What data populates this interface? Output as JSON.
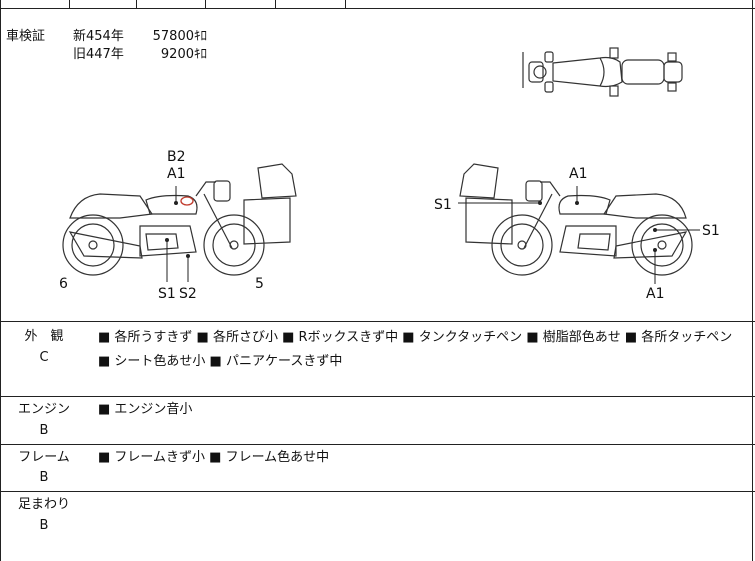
{
  "inspection": {
    "label": "車検証",
    "new_line": {
      "year": "新454年",
      "price": "57800ｷﾛ"
    },
    "old_line": {
      "year": "旧447年",
      "price": "9200ｷﾛ"
    }
  },
  "diagram_labels": {
    "left": {
      "b2": "B2",
      "a1": "A1",
      "six": "6",
      "five": "5",
      "s1": "S1",
      "s2": "S2"
    },
    "right": {
      "a1_top": "A1",
      "s1_left": "S1",
      "s1_right": "S1",
      "a1_bottom": "A1"
    }
  },
  "conditions": [
    {
      "label": "外　観",
      "grade": "C",
      "text": "■ 各所うすきず ■ 各所さび小 ■ Rボックスきず中 ■ タンクタッチペン ■ 樹脂部色あせ ■ 各所タッチペン ■ シート色あせ小 ■ パニアケースきず中"
    },
    {
      "label": "エンジン",
      "grade": "B",
      "text": "■ エンジン音小"
    },
    {
      "label": "フレーム",
      "grade": "B",
      "text": "■ フレームきず小 ■ フレーム色あせ中"
    },
    {
      "label": "足まわり",
      "grade": "B",
      "text": ""
    }
  ]
}
